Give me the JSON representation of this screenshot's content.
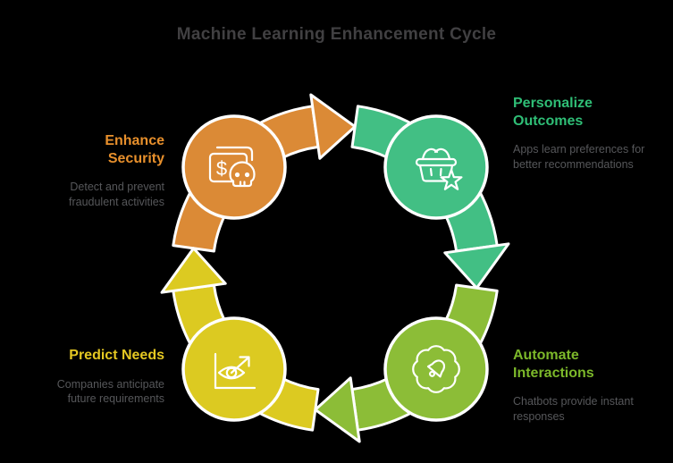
{
  "title": "Machine Learning Enhancement Cycle",
  "title_color": "#414042",
  "background_color": "#000000",
  "outline_color": "#FFFFFF",
  "description_color": "#56575A",
  "diagram": {
    "type": "cycle",
    "direction": "clockwise",
    "flow": [
      "enhance-security",
      "personalize-outcomes",
      "automate-interactions",
      "predict-needs"
    ],
    "stages": [
      {
        "id": "enhance-security",
        "label": "Enhance Security",
        "description": "Detect and prevent fraudulent activities",
        "color": "#DB8A36",
        "heading_color": "#E8902C",
        "icon": "fraud-card-skull-icon",
        "icon_glyph": "$",
        "position": "top-left"
      },
      {
        "id": "personalize-outcomes",
        "label": "Personalize Outcomes",
        "description": "Apps learn preferences for better recommendations",
        "color": "#42BF84",
        "heading_color": "#2FBE76",
        "icon": "shopping-basket-star-icon",
        "position": "top-right"
      },
      {
        "id": "automate-interactions",
        "label": "Automate Interactions",
        "description": "Chatbots provide instant responses",
        "color": "#8CBD37",
        "heading_color": "#7CB82A",
        "icon": "gear-bell-icon",
        "position": "bottom-right"
      },
      {
        "id": "predict-needs",
        "label": "Predict Needs",
        "description": "Companies anticipate future requirements",
        "color": "#DCCA21",
        "heading_color": "#E5C822",
        "icon": "eye-forecast-chart-icon",
        "position": "bottom-left"
      }
    ]
  }
}
